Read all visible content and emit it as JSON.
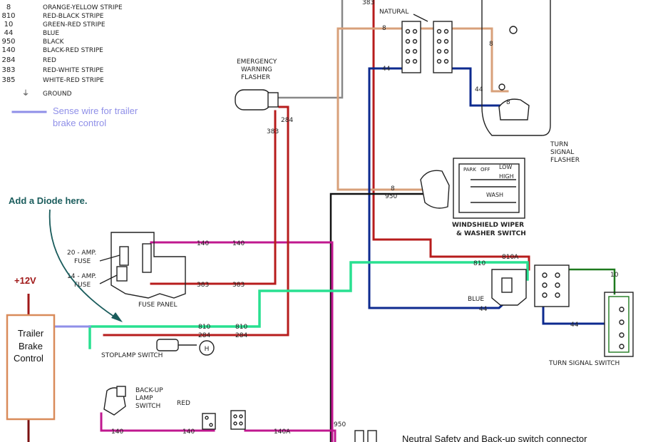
{
  "legend": {
    "items": [
      {
        "code": "8",
        "desc": "ORANGE-YELLOW STRIPE"
      },
      {
        "code": "810",
        "desc": "RED-BLACK STRIPE"
      },
      {
        "code": "10",
        "desc": "GREEN-RED STRIPE"
      },
      {
        "code": "44",
        "desc": "BLUE"
      },
      {
        "code": "950",
        "desc": "BLACK"
      },
      {
        "code": "140",
        "desc": "BLACK-RED STRIPE"
      },
      {
        "code": "284",
        "desc": "RED"
      },
      {
        "code": "383",
        "desc": "RED-WHITE STRIPE"
      },
      {
        "code": "385",
        "desc": "WHITE-RED STRIPE"
      }
    ],
    "ground_symbol": "⏚",
    "ground_label": "GROUND",
    "sense_line1": "Sense wire for trailer",
    "sense_line2": "brake control",
    "sense_color": "#8f8fe8"
  },
  "notes": {
    "diode": "Add a Diode here.",
    "plus12v": "+12V",
    "neutral_safety": "Neutral Safety and Back-up switch connector"
  },
  "trailer_brake": {
    "line1": "Trailer",
    "line2": "Brake",
    "line3": "Control"
  },
  "components": {
    "emergency_flasher": [
      "EMERGENCY",
      "WARNING",
      "FLASHER"
    ],
    "natural": "NATURAL",
    "turn_flasher": [
      "TURN",
      "SIGNAL",
      "FLASHER"
    ],
    "wiper": [
      "WINDSHIELD WIPER",
      "& WASHER SWITCH"
    ],
    "wiper_labels": {
      "park": "PARK",
      "off": "OFF",
      "low": "LOW",
      "high": "HIGH",
      "wash": "WASH"
    },
    "fuse_20": [
      "20 - AMP.",
      "FUSE"
    ],
    "fuse_14": [
      "14 - AMP.",
      "FUSE"
    ],
    "fuse_panel": "FUSE PANEL",
    "stoplamp": "STOPLAMP SWITCH",
    "stoplamp_h": "H",
    "backup": [
      "BACK-UP",
      "LAMP",
      "SWITCH"
    ],
    "backup_red": "RED",
    "blue": "BLUE",
    "turn_switch": "TURN SIGNAL SWITCH"
  },
  "wire_labels": {
    "w383_top": "383",
    "w8_top": "8",
    "w44_top": "44",
    "w8_right": "8",
    "w44_right": "44",
    "w8_right2": "8",
    "w284_flash": "284",
    "w383_flash": "383",
    "w8_wiper": "8",
    "w950_wiper": "950",
    "w140_a": "140",
    "w140_b": "140",
    "w383_a": "383",
    "w383_b": "383",
    "w810_a": "810",
    "w810_b": "810",
    "w284_a": "284",
    "w284_b": "284",
    "w810a": "810A",
    "w810_mid": "810",
    "w10": "10",
    "w44_mid": "44",
    "w44_switch": "44",
    "w950_bottom": "950",
    "w140_backup": "140",
    "w140_backup2": "140",
    "w140a": "140A"
  },
  "colors": {
    "pink": "#c0188f",
    "red": "#b71c1c",
    "tan": "#d8a07a",
    "green": "#28e090",
    "blue": "#0d2a8f",
    "black": "#111111",
    "gray": "#888888",
    "lavender": "#8f8fe8",
    "orange_box": "#d98b5a",
    "dark_green": "#1e7a1e",
    "dark_red_label": "#a01818",
    "teal_note": "#1a5c5c"
  }
}
